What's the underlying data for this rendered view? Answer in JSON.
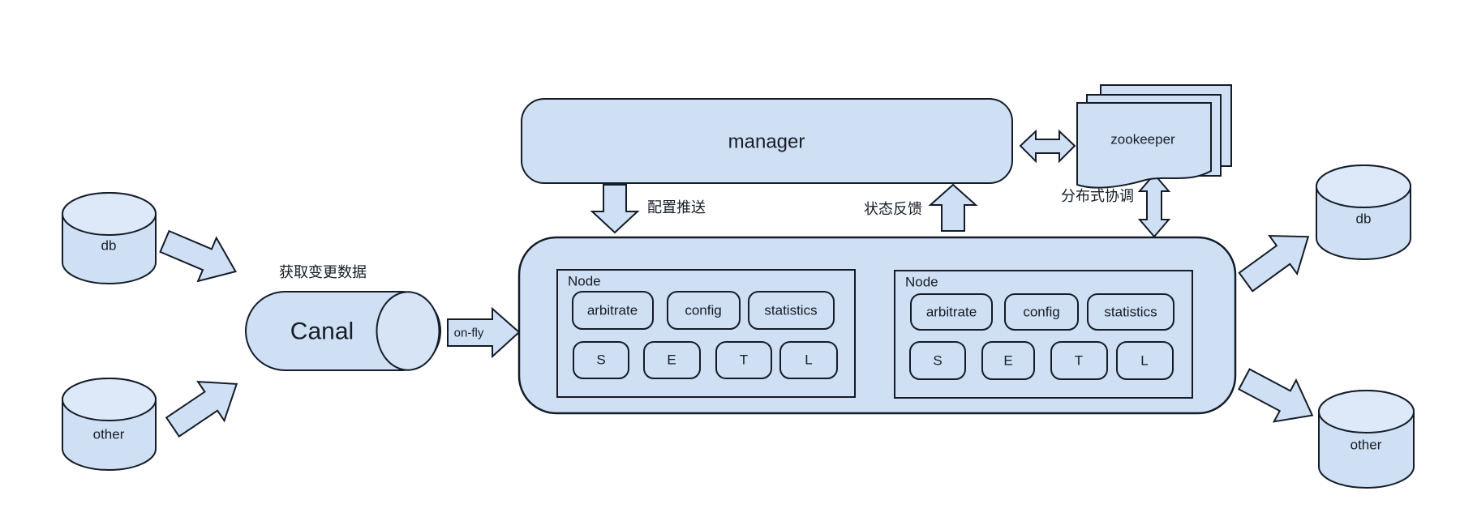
{
  "colors": {
    "fill": "#cfe0f4",
    "fill_light": "#dde9f8",
    "fill_mid": "#d6e4f6",
    "stroke": "#141c28",
    "text": "#161d26",
    "background": "#ffffff"
  },
  "sources": {
    "db_label": "db",
    "other_label": "other"
  },
  "canal": {
    "label": "Canal",
    "caption": "获取变更数据",
    "onfly_label": "on-fly"
  },
  "manager": {
    "label": "manager"
  },
  "zookeeper": {
    "label": "zookeeper"
  },
  "flows": {
    "config_push": "配置推送",
    "status_feedback": "状态反馈",
    "coordination": "分布式协调"
  },
  "cluster": {
    "nodes": [
      {
        "title": "Node",
        "modules": [
          "arbitrate",
          "config",
          "statistics"
        ],
        "stages": [
          "S",
          "E",
          "T",
          "L"
        ]
      },
      {
        "title": "Node",
        "modules": [
          "arbitrate",
          "config",
          "statistics"
        ],
        "stages": [
          "S",
          "E",
          "T",
          "L"
        ]
      }
    ]
  },
  "targets": {
    "db_label": "db",
    "other_label": "other"
  }
}
